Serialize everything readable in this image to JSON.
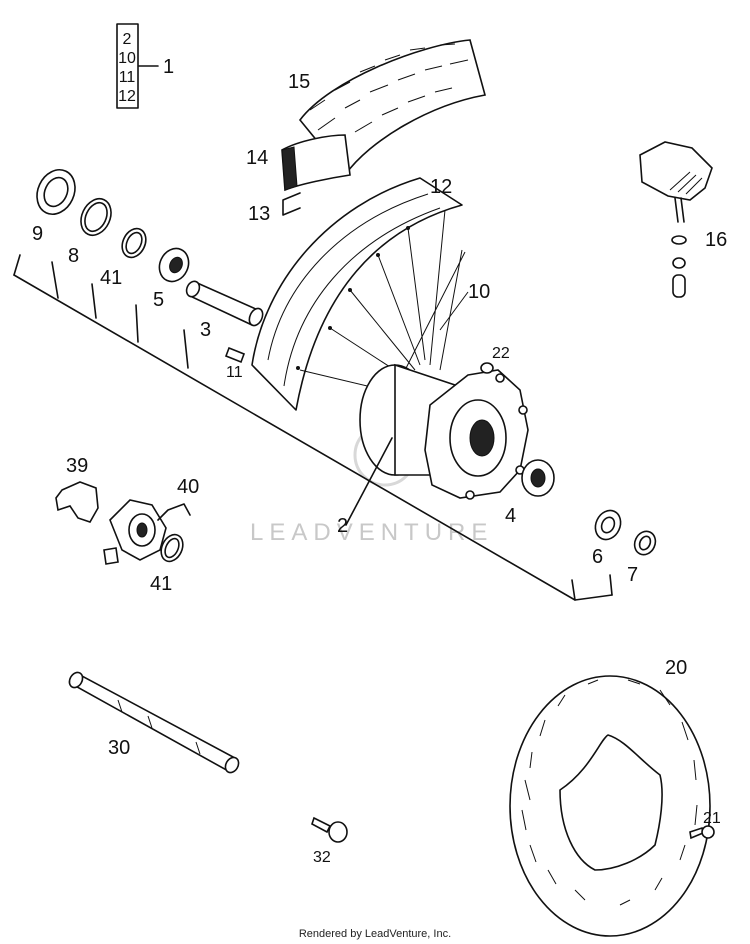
{
  "diagram": {
    "group_label": "1",
    "group_items": [
      "2",
      "10",
      "11",
      "12"
    ],
    "callouts": {
      "tire": "15",
      "rim_tape": "14",
      "tube": "13",
      "rim": "12",
      "spokes": "10",
      "valve": "16",
      "seal_9": "9",
      "oring_8": "8",
      "circlip_41a": "41",
      "bearing_5": "5",
      "spacer_3": "3",
      "nipple_11": "11",
      "nut_22": "22",
      "hub_2": "2",
      "bearing_4": "4",
      "seal_6": "6",
      "bushing_7": "7",
      "drive_39": "39",
      "speedo_40": "40",
      "circlip_41b": "41",
      "axle_30": "30",
      "disc_20": "20",
      "bolt_21": "21",
      "bolt_32": "32"
    },
    "watermark": "LEADVENTURE",
    "footer": "Rendered by LeadVenture, Inc."
  }
}
